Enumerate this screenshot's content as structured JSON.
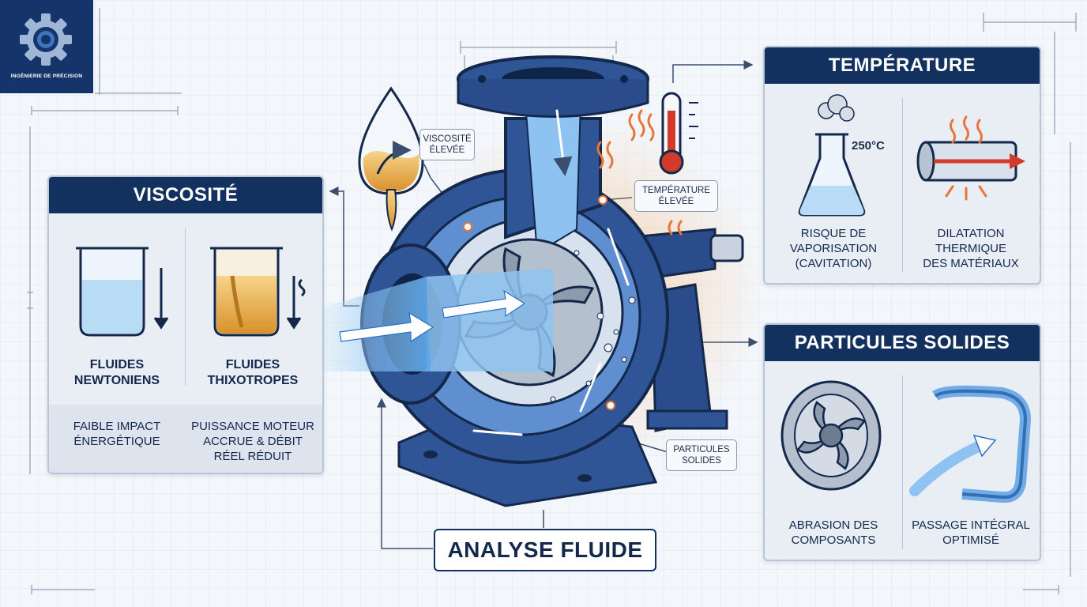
{
  "logo": {
    "text": "INGÉNIERIE DE PRÉCISION"
  },
  "main_title": "ANALYSE FLUIDE",
  "callouts": {
    "viscosity": "VISCOSITÉ\nÉLEVÉE",
    "temperature": "TEMPÉRATURE\nÉLEVÉE",
    "particles": "PARTICULES\nSOLIDES"
  },
  "viscosity_card": {
    "title": "VISCOSITÉ",
    "left_label": "FLUIDES\nNEWTONIENS",
    "right_label": "FLUIDES\nTHIXOTROPES",
    "left_impact": "FAIBLE IMPACT\nÉNERGÉTIQUE",
    "right_impact": "PUISSANCE MOTEUR\nACCRUE & DÉBIT\nRÉEL RÉDUIT"
  },
  "temperature_card": {
    "title": "TEMPÉRATURE",
    "temp_value": "250°C",
    "left_label": "RISQUE DE\nVAPORISATION\n(CAVITATION)",
    "right_label": "DILATATION\nTHERMIQUE\nDES MATÉRIAUX"
  },
  "particles_card": {
    "title": "PARTICULES SOLIDES",
    "left_label": "ABRASION DES\nCOMPOSANTS",
    "right_label": "PASSAGE INTÉGRAL\nOPTIMISÉ"
  },
  "colors": {
    "navy": "#13315f",
    "pump_blue": "#2f5596",
    "flow_blue": "#6fb3ee",
    "heat_orange": "#e8763a",
    "thermo_red": "#d23a2a",
    "amber_fluid": "#e0a23a"
  }
}
